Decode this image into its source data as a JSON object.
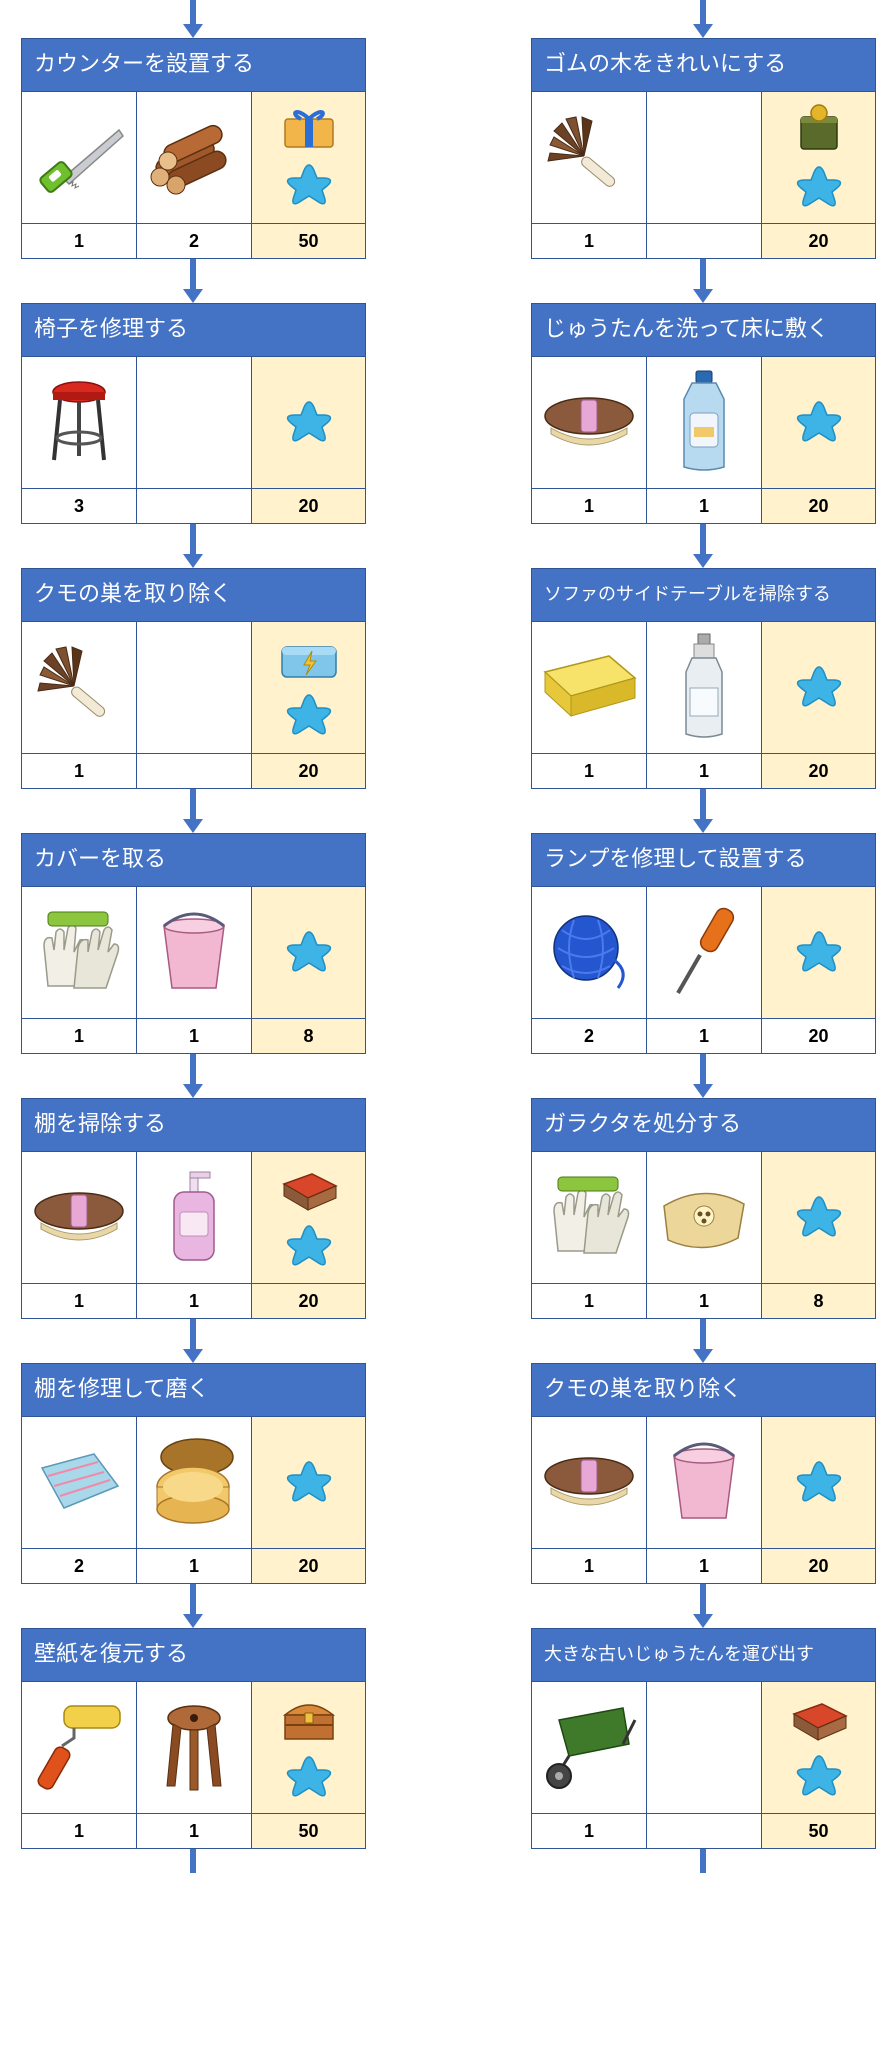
{
  "colors": {
    "title_bar": "#4472c4",
    "border": "#2f5597",
    "reward_bg": "#fff2cc",
    "arrow": "#4472c4",
    "star": "#3eb3e6"
  },
  "left_tasks": [
    {
      "title": "カウンターを設置する",
      "item1": {
        "icon": "saw-icon",
        "qty": "1"
      },
      "item2": {
        "icon": "logs-icon",
        "qty": "2"
      },
      "reward": {
        "icon": "gift-icon",
        "star": true,
        "qty": "50"
      }
    },
    {
      "title": "椅子を修理する",
      "item1": {
        "icon": "stool-icon",
        "qty": "3"
      },
      "item2": {
        "icon": "",
        "qty": ""
      },
      "reward": {
        "icon": "",
        "star": true,
        "qty": "20"
      }
    },
    {
      "title": "クモの巣を取り除く",
      "item1": {
        "icon": "feather-duster-icon",
        "qty": "1"
      },
      "item2": {
        "icon": "",
        "qty": ""
      },
      "reward": {
        "icon": "energy-box-icon",
        "star": true,
        "qty": "20"
      }
    },
    {
      "title": "カバーを取る",
      "item1": {
        "icon": "gloves-icon",
        "qty": "1"
      },
      "item2": {
        "icon": "bucket-icon",
        "qty": "1"
      },
      "reward": {
        "icon": "",
        "star": true,
        "qty": "8"
      }
    },
    {
      "title": "棚を掃除する",
      "item1": {
        "icon": "brush-icon",
        "qty": "1"
      },
      "item2": {
        "icon": "soap-bottle-icon",
        "qty": "1"
      },
      "reward": {
        "icon": "red-box-icon",
        "star": true,
        "qty": "20"
      }
    },
    {
      "title": "棚を修理して磨く",
      "item1": {
        "icon": "cloth-icon",
        "qty": "2"
      },
      "item2": {
        "icon": "polish-jar-icon",
        "qty": "1"
      },
      "reward": {
        "icon": "",
        "star": true,
        "qty": "20"
      }
    },
    {
      "title": "壁紙を復元する",
      "item1": {
        "icon": "paint-roller-icon",
        "qty": "1"
      },
      "item2": {
        "icon": "wooden-stool-icon",
        "qty": "1"
      },
      "reward": {
        "icon": "treasure-chest-icon",
        "star": true,
        "qty": "50"
      }
    }
  ],
  "right_tasks": [
    {
      "title": "ゴムの木をきれいにする",
      "item1": {
        "icon": "feather-duster-icon",
        "qty": "1"
      },
      "item2": {
        "icon": "",
        "qty": ""
      },
      "reward": {
        "icon": "coin-box-icon",
        "star": true,
        "qty": "20"
      }
    },
    {
      "title": "じゅうたんを洗って床に敷く",
      "item1": {
        "icon": "brush-icon",
        "qty": "1"
      },
      "item2": {
        "icon": "detergent-bottle-icon",
        "qty": "1"
      },
      "reward": {
        "icon": "",
        "star": true,
        "qty": "20"
      }
    },
    {
      "title": "ソファのサイドテーブルを掃除する",
      "item1": {
        "icon": "sponge-icon",
        "qty": "1"
      },
      "item2": {
        "icon": "spray-bottle-icon",
        "qty": "1"
      },
      "reward": {
        "icon": "",
        "star": true,
        "qty": "20"
      }
    },
    {
      "title": "ランプを修理して設置する",
      "item1": {
        "icon": "yarn-ball-icon",
        "qty": "2"
      },
      "item2": {
        "icon": "screwdriver-icon",
        "qty": "1"
      },
      "reward": {
        "icon": "",
        "star": true,
        "qty": "20"
      }
    },
    {
      "title": "ガラクタを処分する",
      "item1": {
        "icon": "gloves-icon",
        "qty": "1"
      },
      "item2": {
        "icon": "sack-icon",
        "qty": "1"
      },
      "reward": {
        "icon": "",
        "star": true,
        "qty": "8"
      }
    },
    {
      "title": "クモの巣を取り除く",
      "item1": {
        "icon": "brush-icon",
        "qty": "1"
      },
      "item2": {
        "icon": "bucket-icon",
        "qty": "1"
      },
      "reward": {
        "icon": "",
        "star": true,
        "qty": "20"
      }
    },
    {
      "title": "大きな古いじゅうたんを運び出す",
      "item1": {
        "icon": "wheelbarrow-icon",
        "qty": "1"
      },
      "item2": {
        "icon": "",
        "qty": ""
      },
      "reward": {
        "icon": "red-box-icon",
        "star": true,
        "qty": "50"
      }
    }
  ]
}
